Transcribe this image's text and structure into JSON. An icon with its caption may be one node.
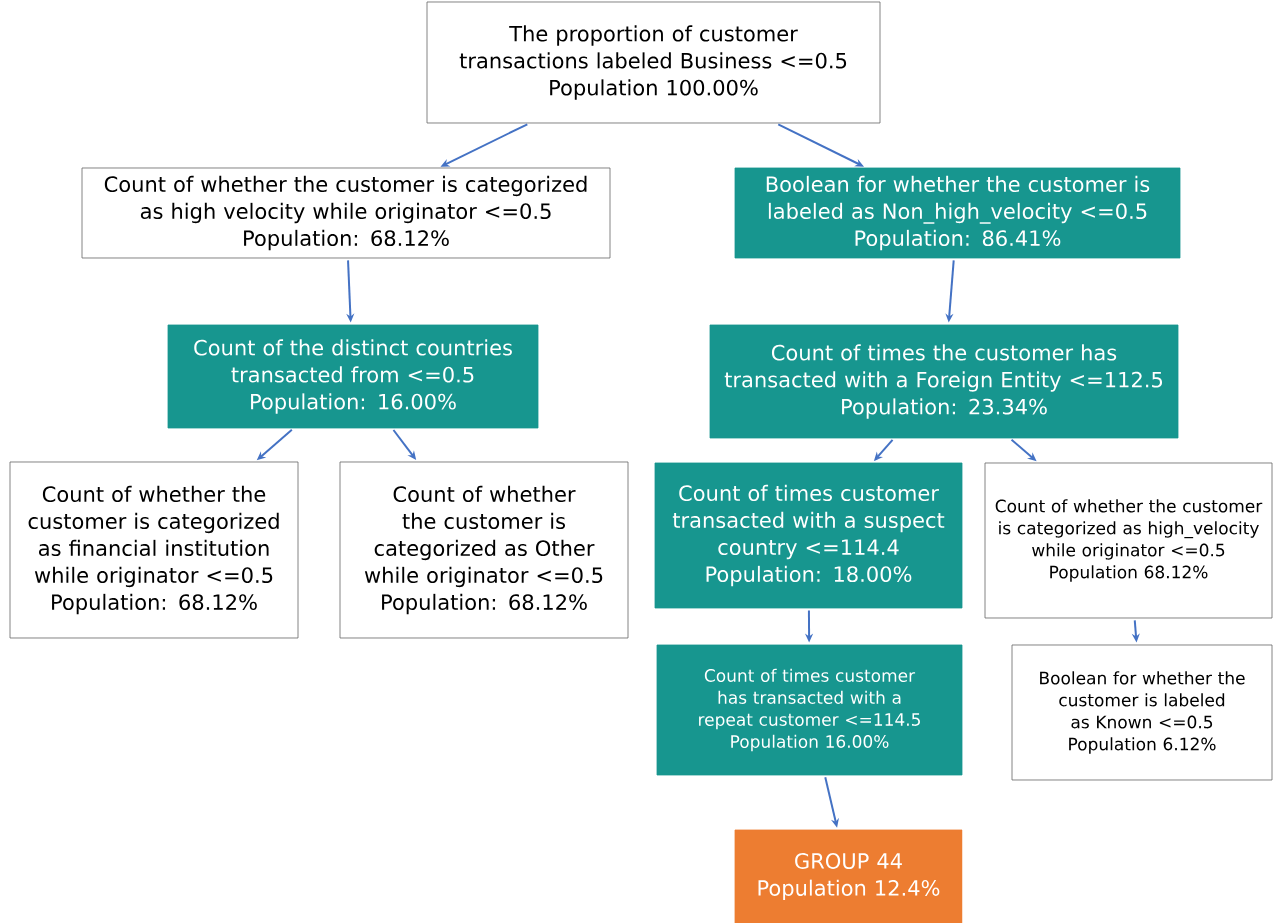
{
  "diagram": {
    "nodes": [
      {
        "text": [
          "The proportion of customer transactions labeled Business <=0.5",
          "Population 100.00%"
        ]
      },
      {
        "text": [
          "Count of whether the customer is categorized as high velocity while originator <=0.5",
          "Population: 68.12%"
        ]
      },
      {
        "text": [
          "Boolean for whether the customer is labeled as Non_high_velocity <=0.5",
          "Population: 86.41%"
        ]
      },
      {
        "text": [
          "Count of the distinct countries transacted from <=0.5",
          "Population: 16.00%"
        ]
      },
      {
        "text": [
          "Count of times the customer has transacted with a Foreign Entity <=112.5",
          "Population: 23.34%"
        ]
      },
      {
        "text": [
          "Count of whether the customer is categorized as financial institution while originator <=0.5",
          "Population: 68.12%"
        ]
      },
      {
        "text": [
          "Count of whether the customer is categorized as Other while originator <=0.5",
          "Population: 68.12%"
        ]
      },
      {
        "text": [
          "Count of times customer transacted with a suspect country <=114.4",
          "Population: 18.00%"
        ]
      },
      {
        "text": [
          "Count of whether the customer is categorized as high_velocity while originator <=0.5",
          "Population 68.12%"
        ]
      },
      {
        "text": [
          "Count of times customer has transacted with a repeat customer <=114.5",
          "Population 16.00%"
        ]
      },
      {
        "text": [
          "Boolean for whether the customer is labeled as Known <=0.5",
          "Population 6.12%"
        ]
      },
      {
        "text": [
          "GROUP 44",
          "Population 12.4%"
        ]
      }
    ],
    "edges": [
      {
        "from": 0,
        "to": 1,
        "arrow": "to"
      },
      {
        "from": 0,
        "to": 2,
        "arrow": "to"
      },
      {
        "from": 1,
        "to": 3,
        "arrow": "to"
      },
      {
        "from": 2,
        "to": 4,
        "arrow": "to"
      },
      {
        "from": 3,
        "to": 5,
        "arrow": "to"
      },
      {
        "from": 3,
        "to": 6,
        "arrow": "to"
      },
      {
        "from": 4,
        "to": 7,
        "arrow": "to"
      },
      {
        "from": 4,
        "to": 8,
        "arrow": "to"
      },
      {
        "from": 7,
        "to": 9,
        "arrow": "to"
      },
      {
        "from": 8,
        "to": 10,
        "arrow": "to"
      },
      {
        "from": 9,
        "to": 11,
        "arrow": "to"
      }
    ]
  }
}
